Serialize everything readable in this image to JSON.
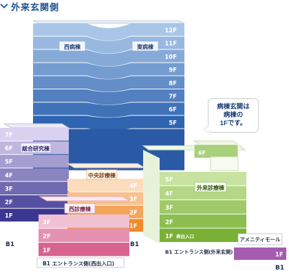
{
  "header": {
    "title": "外来玄関側"
  },
  "callout": {
    "text": "病棟玄関は\n病棟の\n1Fです。"
  },
  "buildings": {
    "ward": {
      "west_label": "西病棟",
      "east_label": "東病棟",
      "floors": [
        "12F",
        "11F",
        "10F",
        "9F",
        "8F",
        "7F",
        "6F",
        "5F"
      ]
    },
    "research": {
      "label": "総合研究棟",
      "floors": [
        "7F",
        "6F",
        "5F",
        "4F",
        "3F",
        "2F",
        "1F"
      ],
      "basement": "B1"
    },
    "central": {
      "label": "中央診療棟",
      "floors": [
        "4F",
        "3F",
        "2F",
        "1F"
      ],
      "basement": "B1"
    },
    "west_clinic": {
      "label": "西診療棟",
      "floors": [
        "3F",
        "2F",
        "1F"
      ],
      "basement_entrance": "B1  エントランス側(西出入口)"
    },
    "outpatient": {
      "label": "外来診療棟",
      "floors": [
        "6F",
        "5F",
        "4F",
        "3F",
        "2F",
        "1F"
      ],
      "entrance_1f": "表出入口",
      "basement_entrance": "B1  エントランス側(外来玄関)"
    },
    "amenity": {
      "label": "アメニティモール",
      "floors": [
        "1F"
      ],
      "basement": "B1"
    }
  },
  "colors": {
    "header": "#1f4f8f",
    "ward_blue": "#6c9bd2",
    "research_purple": "#7c6bb5",
    "central_orange": "#f3a55a",
    "west_pink": "#e08aa8",
    "outpatient_green": "#93c25a",
    "amenity_magenta": "#a55cb0"
  }
}
